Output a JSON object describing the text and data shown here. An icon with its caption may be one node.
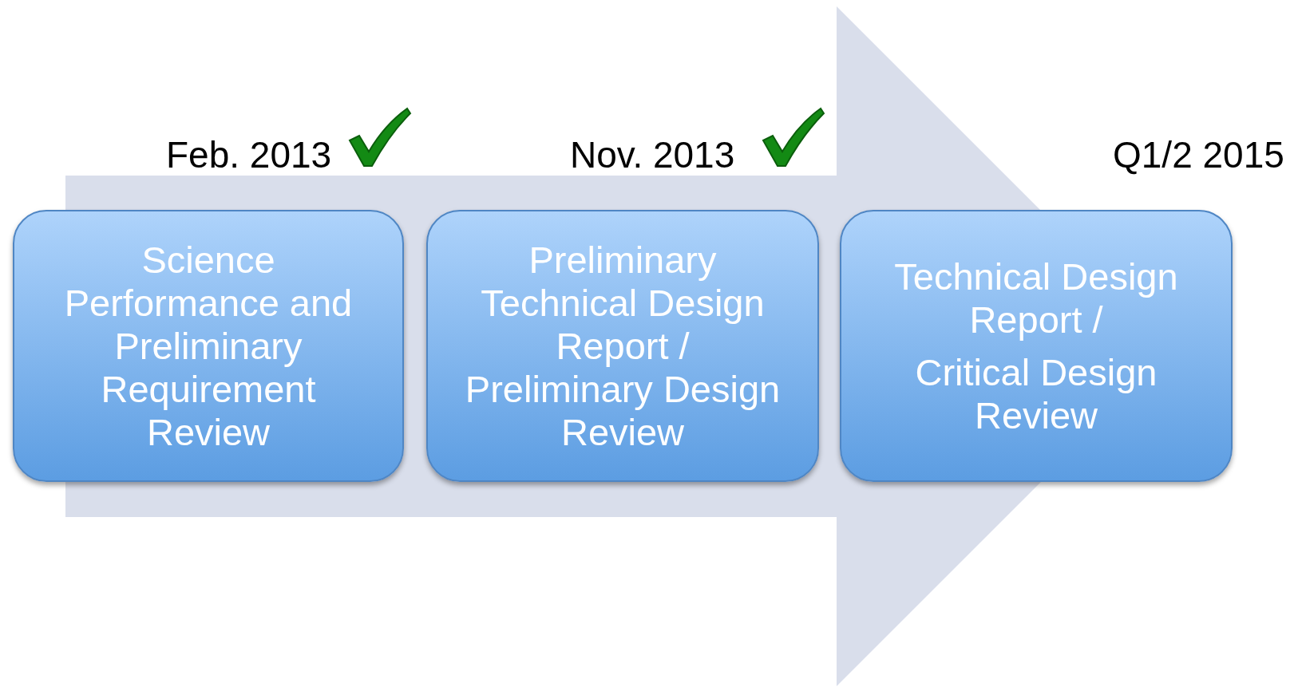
{
  "diagram": {
    "nodes": [
      {
        "text": [
          "Science Performance and Preliminary Requirement Review"
        ],
        "beside": [
          "Feb. 2013"
        ]
      },
      {
        "text": [
          "Preliminary Technical Design Report / Preliminary Design Review"
        ],
        "beside": [
          "Nov. 2013"
        ]
      },
      {
        "text": [
          "Technical Design Report /",
          "Critical Design Review"
        ],
        "beside": [
          "Q1/2 2015"
        ]
      }
    ],
    "edges": [
      {
        "from": 0,
        "to": 2,
        "arrow": "to"
      }
    ]
  }
}
